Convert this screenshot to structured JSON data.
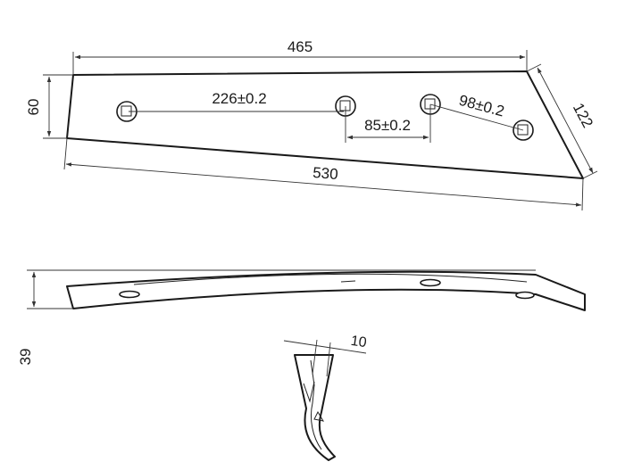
{
  "drawing": {
    "top_view": {
      "dim_top_length": "465",
      "dim_left_height": "60",
      "dim_hole_spacing_a": "226±0.2",
      "dim_hole_spacing_b": "85±0.2",
      "dim_hole_spacing_c": "98±0.2",
      "dim_right_edge": "122",
      "dim_bottom_length": "530"
    },
    "side_view": {
      "dim_height": "39"
    },
    "section_view": {
      "dim_thickness": "10"
    }
  }
}
